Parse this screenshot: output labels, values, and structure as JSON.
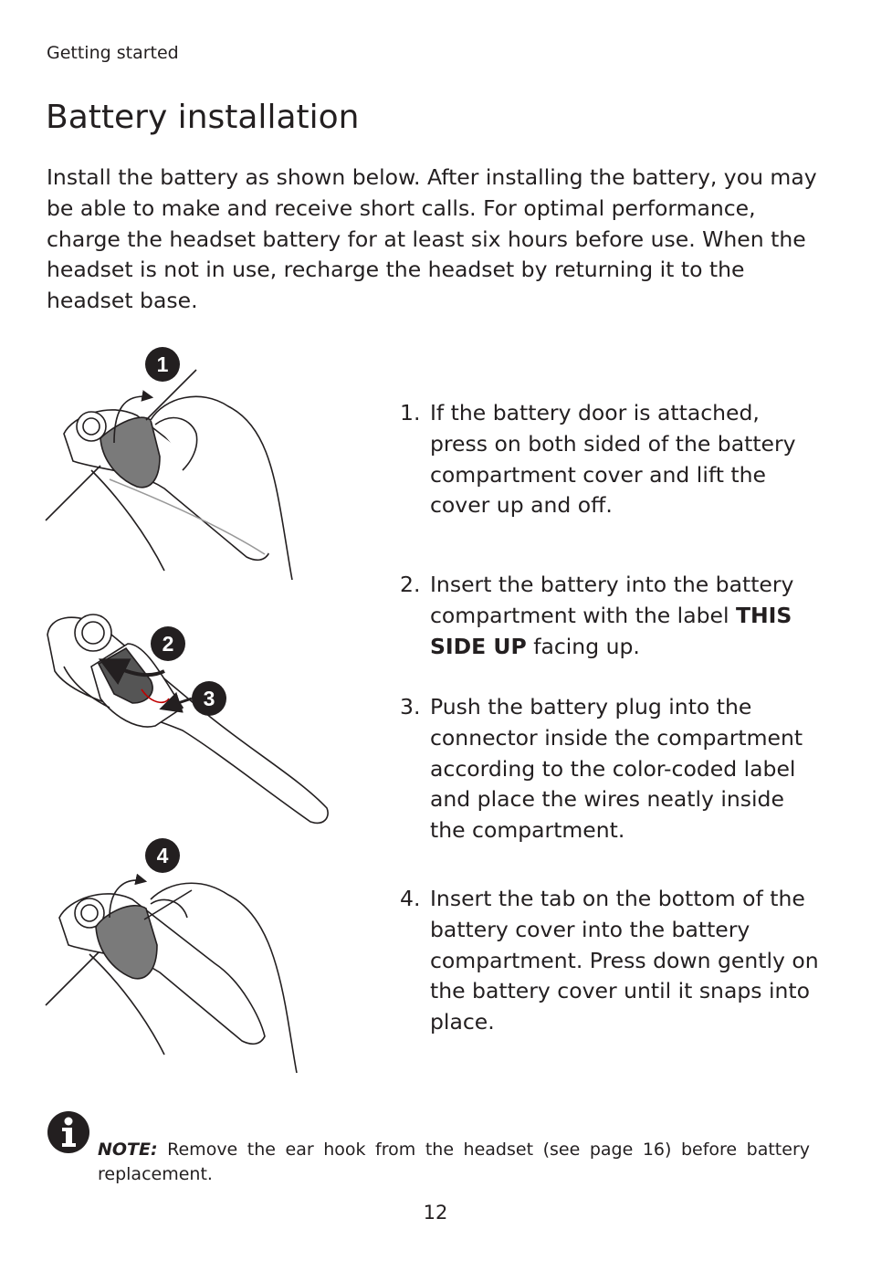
{
  "header": {
    "section": "Getting started"
  },
  "page_title": "Battery installation",
  "intro": "Install the battery as shown below. After installing the battery, you may be able to make and receive short calls. For optimal performance, charge the headset battery for at least six hours before use. When the headset is not in use, recharge the headset by returning it to the headset base.",
  "figure": {
    "badges": [
      "1",
      "2",
      "3",
      "4"
    ]
  },
  "steps": [
    {
      "num": "1.",
      "text": "If the battery door is attached, press on both sided of the battery compartment cover and lift the cover up and off."
    },
    {
      "num": "2.",
      "pre": "Insert the battery into the battery compartment with the label ",
      "bold": "THIS SIDE UP",
      "post": " facing up."
    },
    {
      "num": "3.",
      "text": "Push the battery plug into the connector inside the compartment according to the color-coded label and place the wires neatly inside the compartment."
    },
    {
      "num": "4.",
      "text": "Insert the tab on the bottom of the battery cover into the battery compartment. Press down gently on the battery cover until it snaps into place."
    }
  ],
  "note": {
    "label": "NOTE:",
    "text": " Remove the ear hook from the headset (see page 16) before battery replacement."
  },
  "page_number": "12"
}
